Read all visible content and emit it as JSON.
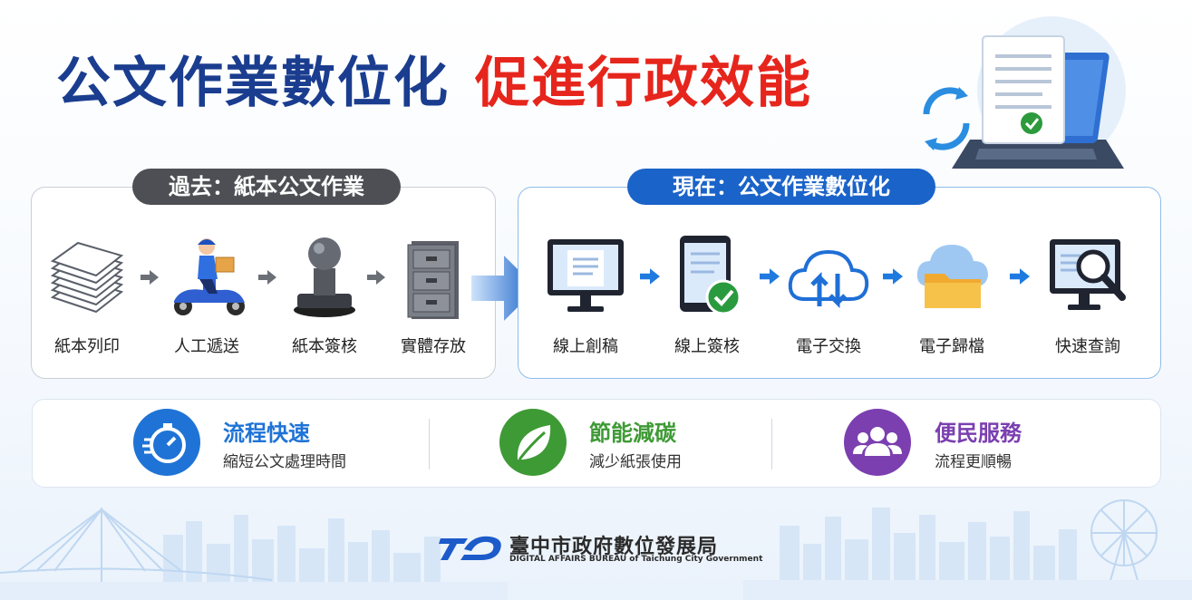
{
  "title": {
    "part1": "公文作業數位化",
    "part2": "促進行政效能"
  },
  "past": {
    "label": "過去：紙本公文作業",
    "steps": [
      {
        "label": "紙本列印",
        "icon": "paper-stack-icon"
      },
      {
        "label": "人工遞送",
        "icon": "courier-scooter-icon"
      },
      {
        "label": "紙本簽核",
        "icon": "rubber-stamp-icon"
      },
      {
        "label": "實體存放",
        "icon": "filing-cabinet-icon"
      }
    ]
  },
  "now": {
    "label": "現在：公文作業數位化",
    "steps": [
      {
        "label": "線上創稿",
        "icon": "monitor-document-icon"
      },
      {
        "label": "線上簽核",
        "icon": "tablet-check-icon"
      },
      {
        "label": "電子交換",
        "icon": "cloud-exchange-icon"
      },
      {
        "label": "電子歸檔",
        "icon": "cloud-folder-icon"
      },
      {
        "label": "快速查詢",
        "icon": "monitor-search-icon"
      }
    ]
  },
  "benefits": [
    {
      "title": "流程快速",
      "subtitle": "縮短公文處理時間",
      "icon": "stopwatch-icon",
      "color": "#1f73d6"
    },
    {
      "title": "節能減碳",
      "subtitle": "減少紙張使用",
      "icon": "leaf-icon",
      "color": "#3e9a35"
    },
    {
      "title": "便民服務",
      "subtitle": "流程更順暢",
      "icon": "people-icon",
      "color": "#7b3fb0"
    }
  ],
  "footer": {
    "org_name": "臺中市政府數位發展局",
    "org_name_en": "DIGITAL AFFAIRS BUREAU of Taichung City Government",
    "logo_icon": "tcg-logo-icon"
  },
  "colors": {
    "title_blue": "#1a3d8f",
    "title_red": "#e6251c",
    "past_gray": "#4d4f54",
    "now_blue": "#1a63c9"
  }
}
